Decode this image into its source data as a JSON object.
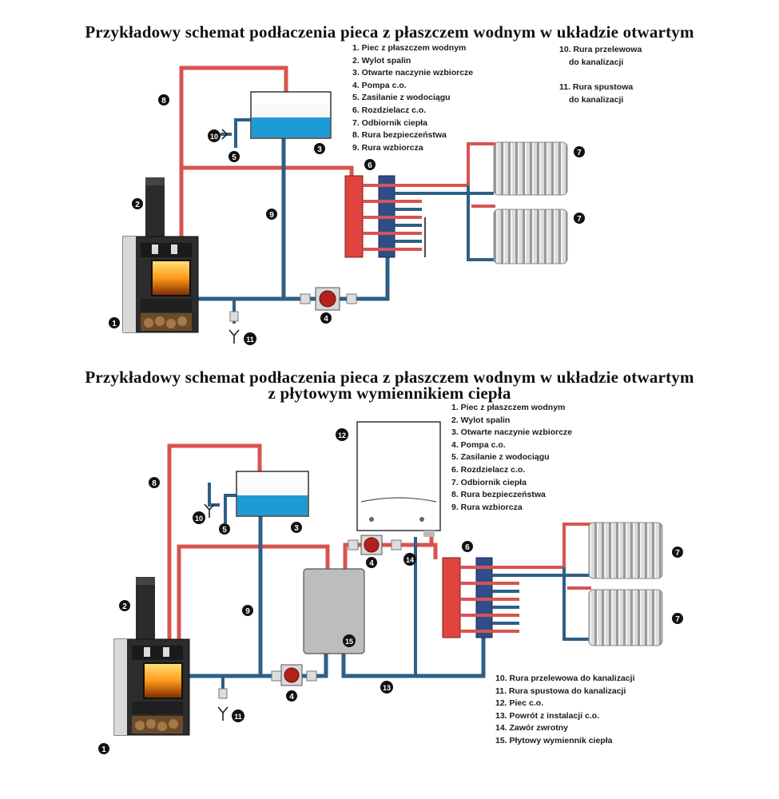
{
  "diagram1": {
    "title": "Przykładowy schemat podłaczenia pieca z płaszczem wodnym w układzie otwartym",
    "legend_left": [
      "1. Piec z płaszczem wodnym",
      "2. Wylot spalin",
      "3. Otwarte naczynie wzbiorcze",
      "4. Pompa c.o.",
      "5. Zasilanie z wodociągu",
      "6. Rozdzielacz c.o.",
      "7. Odbiornik ciepła",
      "8. Rura bezpieczeństwa",
      "9. Rura wzbiorcza"
    ],
    "legend_right_a": [
      "10. Rura przelewowa",
      "do kanalizacji"
    ],
    "legend_right_b": [
      "11. Rura spustowa",
      "do kanalizacji"
    ],
    "markers": {
      "stove": "1",
      "flue": "2",
      "tank": "3",
      "pump": "4",
      "supply": "5",
      "manifold": "6",
      "radiator_top": "7",
      "radiator_bottom": "7",
      "safety_pipe": "8",
      "expansion_pipe": "9",
      "overflow": "10",
      "drain": "11"
    }
  },
  "diagram2": {
    "title_line1": "Przykładowy schemat podłaczenia pieca z płaszczem wodnym w układzie otwartym",
    "title_line2": "z płytowym wymiennikiem ciepła",
    "legend_top": [
      "1. Piec z płaszczem wodnym",
      "2. Wylot spalin",
      "3. Otwarte naczynie wzbiorcze",
      "4. Pompa c.o.",
      "5. Zasilanie z wodociągu",
      "6. Rozdzielacz c.o.",
      "7. Odbiornik ciepła",
      "8. Rura bezpieczeństwa",
      "9. Rura wzbiorcza"
    ],
    "legend_bottom": [
      "10. Rura przelewowa do kanalizacji",
      "11. Rura spustowa do kanalizacji",
      "12. Piec c.o.",
      "13. Powrót z instalacji c.o.",
      "14. Zawór zwrotny",
      "15. Płytowy wymiennik ciepła"
    ],
    "markers": {
      "stove": "1",
      "flue": "2",
      "tank": "3",
      "pump": "4",
      "supply": "5",
      "manifold": "6",
      "radiator_top": "7",
      "radiator_bottom": "7",
      "safety_pipe": "8",
      "expansion_pipe": "9",
      "overflow": "10",
      "drain": "11",
      "boiler": "12",
      "return": "13",
      "check_valve": "14",
      "exchanger": "15"
    }
  },
  "colors": {
    "supply_pipe": "#d9534f",
    "return_pipe": "#2e5f86",
    "tank_water": "#1e9ad6",
    "manifold_red": "#e0443c",
    "manifold_blue": "#2d4e8a"
  }
}
